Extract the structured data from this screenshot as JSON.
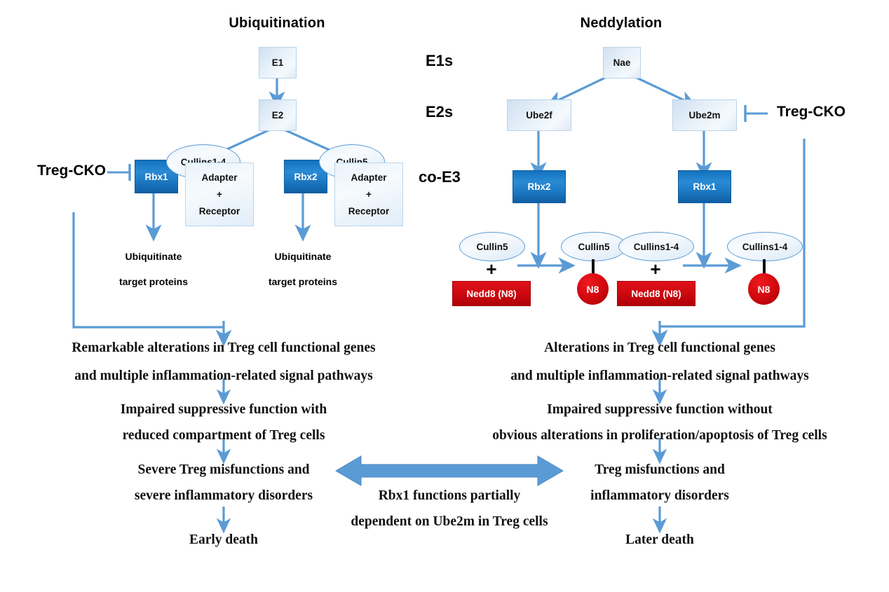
{
  "diagram": {
    "headings": {
      "left": "Ubiquitination",
      "right": "Neddylation"
    },
    "tier_labels": {
      "e1": "E1s",
      "e2": "E2s",
      "coe3": "co-E3"
    },
    "ubiquitination": {
      "e1_box": "E1",
      "e2_box": "E2",
      "treg_cko": "Treg-CKO",
      "branches": [
        {
          "rbx": "Rbx1",
          "cullin": "Cullins1-4",
          "adapter_line1": "Adapter",
          "adapter_plus": "+",
          "adapter_line2": "Receptor",
          "output_line1": "Ubiquitinate",
          "output_line2": "target proteins"
        },
        {
          "rbx": "Rbx2",
          "cullin": "Cullin5",
          "adapter_line1": "Adapter",
          "adapter_plus": "+",
          "adapter_line2": "Receptor",
          "output_line1": "Ubiquitinate",
          "output_line2": "target proteins"
        }
      ]
    },
    "neddylation": {
      "nae_box": "Nae",
      "treg_cko": "Treg-CKO",
      "branches": [
        {
          "e2": "Ube2f",
          "rbx": "Rbx2",
          "substrate_cullin": "Cullin5",
          "plus": "+",
          "nedd8": "Nedd8 (N8)",
          "product_cullin": "Cullin5",
          "product_tag": "N8"
        },
        {
          "e2": "Ube2m",
          "rbx": "Rbx1",
          "substrate_cullin": "Cullins1-4",
          "plus": "+",
          "nedd8": "Nedd8 (N8)",
          "product_cullin": "Cullins1-4",
          "product_tag": "N8"
        }
      ]
    },
    "outcomes_left": [
      "Remarkable alterations in Treg cell functional genes",
      "and multiple inflammation-related signal pathways",
      "Impaired suppressive function with",
      "reduced compartment of Treg cells",
      "Severe Treg misfunctions and",
      "severe inflammatory disorders",
      "Early death"
    ],
    "outcomes_right": [
      "Alterations in Treg cell functional genes",
      "and multiple inflammation-related signal pathways",
      "Impaired suppressive function without",
      "obvious alterations in proliferation/apoptosis of Treg cells",
      "Treg misfunctions and",
      "inflammatory disorders",
      "Later death"
    ],
    "center_note": {
      "line1": "Rbx1 functions partially",
      "line2": "dependent on Ube2m in Treg cells"
    },
    "colors": {
      "arrow_blue": "#5b9bd5",
      "rbx_blue": "#1372bd",
      "nedd8_red": "#cf0a10",
      "n8_red": "#c8070d",
      "gradient_box": "#dceaf6"
    }
  }
}
